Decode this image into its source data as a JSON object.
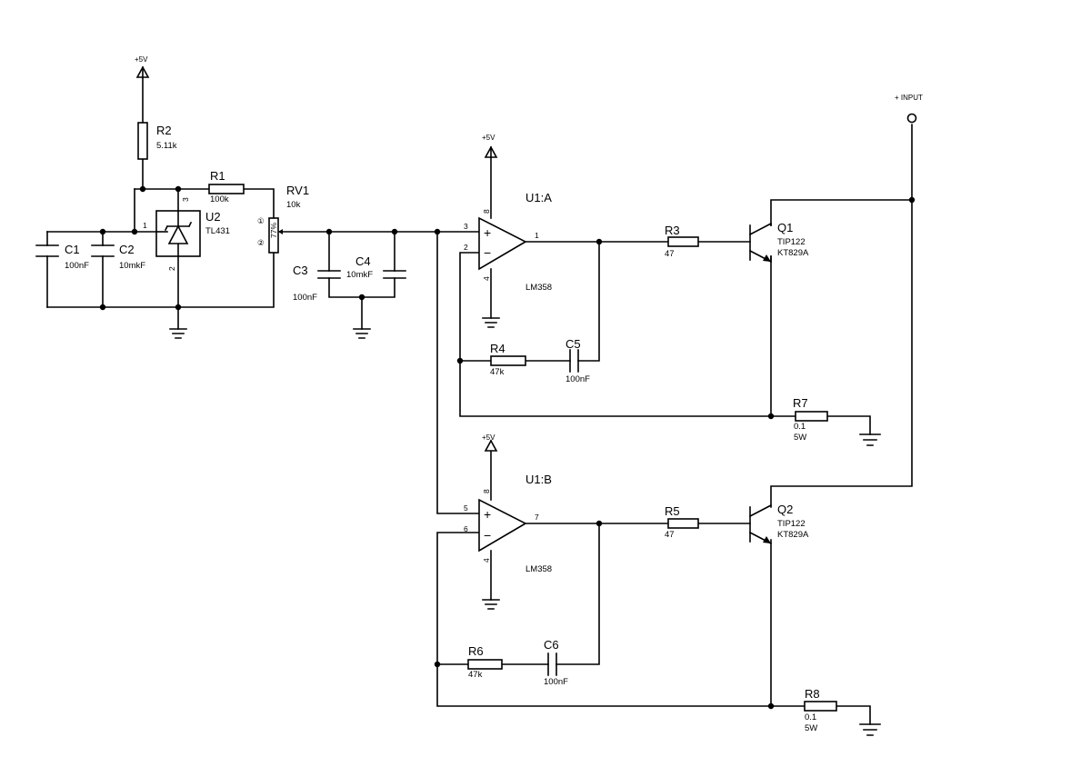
{
  "power": {
    "vcc_top": "+5V",
    "vcc_u1a": "+5V",
    "vcc_u1b": "+5V",
    "input": "+ INPUT"
  },
  "components": {
    "r1": {
      "ref": "R1",
      "value": "100k"
    },
    "r2": {
      "ref": "R2",
      "value": "5.11k"
    },
    "r3": {
      "ref": "R3",
      "value": "47"
    },
    "r4": {
      "ref": "R4",
      "value": "47k"
    },
    "r5": {
      "ref": "R5",
      "value": "47"
    },
    "r6": {
      "ref": "R6",
      "value": "47k"
    },
    "r7": {
      "ref": "R7",
      "value": "0.1",
      "rating": "5W"
    },
    "r8": {
      "ref": "R8",
      "value": "0.1",
      "rating": "5W"
    },
    "rv1": {
      "ref": "RV1",
      "value": "10k",
      "inner": "77%"
    },
    "c1": {
      "ref": "C1",
      "value": "100nF"
    },
    "c2": {
      "ref": "C2",
      "value": "10mkF"
    },
    "c3": {
      "ref": "C3",
      "value": "100nF"
    },
    "c4": {
      "ref": "C4",
      "value": "10mkF"
    },
    "c5": {
      "ref": "C5",
      "value": "100nF"
    },
    "c6": {
      "ref": "C6",
      "value": "100nF"
    },
    "u2": {
      "ref": "U2",
      "value": "TL431"
    },
    "u1a": {
      "ref": "U1:A",
      "value": "LM358"
    },
    "u1b": {
      "ref": "U1:B",
      "value": "LM358"
    },
    "q1": {
      "ref": "Q1",
      "value": "TIP122",
      "alt": "KT829A"
    },
    "q2": {
      "ref": "Q2",
      "value": "TIP122",
      "alt": "KT829A"
    }
  },
  "pins": {
    "u2_1": "1",
    "u2_2": "2",
    "u2_3": "3",
    "rv1_top": "①",
    "rv1_bot": "②",
    "u1a_in_p": "3",
    "u1a_in_n": "2",
    "u1a_out": "1",
    "u1a_vcc": "8",
    "u1a_gnd": "4",
    "u1b_in_p": "5",
    "u1b_in_n": "6",
    "u1b_out": "7",
    "u1b_vcc": "8",
    "u1b_gnd": "4",
    "plus": "+",
    "minus": "−"
  }
}
